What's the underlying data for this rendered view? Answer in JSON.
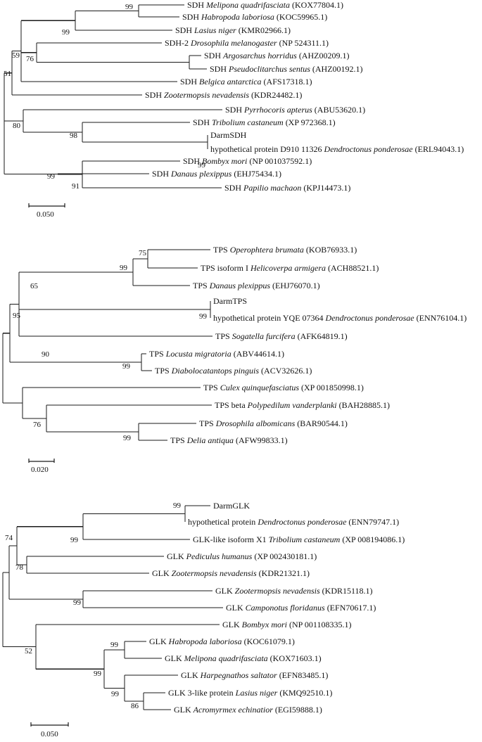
{
  "trees": [
    {
      "id": "sdh",
      "leaves": [
        {
          "parts": [
            [
              "SDH ",
              false
            ],
            [
              "Melipona quadrifasciata",
              true
            ],
            [
              " (KOX77804.1)",
              false
            ]
          ]
        },
        {
          "parts": [
            [
              "SDH ",
              false
            ],
            [
              "Habropoda laboriosa",
              true
            ],
            [
              " (KOC59965.1)",
              false
            ]
          ]
        },
        {
          "parts": [
            [
              "SDH ",
              false
            ],
            [
              "Lasius niger",
              true
            ],
            [
              " (KMR02966.1)",
              false
            ]
          ]
        },
        {
          "parts": [
            [
              "SDH-2 ",
              false
            ],
            [
              "Drosophila melanogaster",
              true
            ],
            [
              " (NP 524311.1)",
              false
            ]
          ]
        },
        {
          "parts": [
            [
              "SDH ",
              false
            ],
            [
              "Argosarchus horridus",
              true
            ],
            [
              " (AHZ00209.1)",
              false
            ]
          ]
        },
        {
          "parts": [
            [
              "SDH ",
              false
            ],
            [
              "Pseudoclitarchus sentus",
              true
            ],
            [
              " (AHZ00192.1)",
              false
            ]
          ]
        },
        {
          "parts": [
            [
              "SDH ",
              false
            ],
            [
              "Belgica antarctica",
              true
            ],
            [
              " (AFS17318.1)",
              false
            ]
          ]
        },
        {
          "parts": [
            [
              "SDH ",
              false
            ],
            [
              "Zootermopsis nevadensis",
              true
            ],
            [
              " (KDR24482.1)",
              false
            ]
          ]
        },
        {
          "parts": [
            [
              "SDH ",
              false
            ],
            [
              "Pyrrhocoris apterus",
              true
            ],
            [
              " (ABU53620.1)",
              false
            ]
          ]
        },
        {
          "parts": [
            [
              "SDH ",
              false
            ],
            [
              "Tribolium castaneum",
              true
            ],
            [
              " (XP 972368.1)",
              false
            ]
          ]
        },
        {
          "parts": [
            [
              "DarmSDH",
              false
            ]
          ]
        },
        {
          "parts": [
            [
              "hypothetical protein D910 11326 ",
              false
            ],
            [
              "Dendroctonus ponderosae",
              true
            ],
            [
              " (ERL94043.1)",
              false
            ]
          ]
        },
        {
          "parts": [
            [
              "SDH ",
              false
            ],
            [
              "Bombyx mori",
              true
            ],
            [
              " (NP 001037592.1)",
              false
            ]
          ]
        },
        {
          "parts": [
            [
              "SDH ",
              false
            ],
            [
              "Danaus plexippus",
              true
            ],
            [
              " (EHJ75434.1)",
              false
            ]
          ]
        },
        {
          "parts": [
            [
              "SDH ",
              false
            ],
            [
              "Papilio machaon",
              true
            ],
            [
              " (KPJ14473.1)",
              false
            ]
          ]
        }
      ],
      "bootstrap": [
        "99",
        "99",
        "76",
        "59",
        "51",
        "99",
        "98",
        "80",
        "99",
        "91"
      ],
      "scale_label": "0.050"
    },
    {
      "id": "tps",
      "leaves": [
        {
          "parts": [
            [
              "TPS ",
              false
            ],
            [
              "Operophtera brumata",
              true
            ],
            [
              " (KOB76933.1)",
              false
            ]
          ]
        },
        {
          "parts": [
            [
              "TPS isoform I ",
              false
            ],
            [
              "Helicoverpa armigera",
              true
            ],
            [
              " (ACH88521.1)",
              false
            ]
          ]
        },
        {
          "parts": [
            [
              "TPS ",
              false
            ],
            [
              "Danaus plexippus",
              true
            ],
            [
              " (EHJ76070.1)",
              false
            ]
          ]
        },
        {
          "parts": [
            [
              "DarmTPS",
              false
            ]
          ]
        },
        {
          "parts": [
            [
              "hypothetical protein YQE 07364 ",
              false
            ],
            [
              "Dendroctonus ponderosae",
              true
            ],
            [
              " (ENN76104.1)",
              false
            ]
          ]
        },
        {
          "parts": [
            [
              "TPS ",
              false
            ],
            [
              "Sogatella furcifera",
              true
            ],
            [
              " (AFK64819.1)",
              false
            ]
          ]
        },
        {
          "parts": [
            [
              "TPS ",
              false
            ],
            [
              "Locusta migratoria",
              true
            ],
            [
              " (ABV44614.1)",
              false
            ]
          ]
        },
        {
          "parts": [
            [
              "TPS ",
              false
            ],
            [
              "Diabolocatantops pinguis",
              true
            ],
            [
              " (ACV32626.1)",
              false
            ]
          ]
        },
        {
          "parts": [
            [
              "TPS ",
              false
            ],
            [
              "Culex quinquefasciatus",
              true
            ],
            [
              " (XP 001850998.1)",
              false
            ]
          ]
        },
        {
          "parts": [
            [
              "TPS beta ",
              false
            ],
            [
              "Polypedilum vanderplanki",
              true
            ],
            [
              " (BAH28885.1)",
              false
            ]
          ]
        },
        {
          "parts": [
            [
              "TPS ",
              false
            ],
            [
              "Drosophila albomicans",
              true
            ],
            [
              " (BAR90544.1)",
              false
            ]
          ]
        },
        {
          "parts": [
            [
              "TPS ",
              false
            ],
            [
              "Delia antiqua",
              true
            ],
            [
              " (AFW99833.1)",
              false
            ]
          ]
        }
      ],
      "bootstrap": [
        "75",
        "99",
        "99",
        "65",
        "99",
        "90",
        "95",
        "99",
        "76"
      ],
      "scale_label": "0.020"
    },
    {
      "id": "glk",
      "leaves": [
        {
          "parts": [
            [
              "DarmGLK",
              false
            ]
          ]
        },
        {
          "parts": [
            [
              "hypothetical protein ",
              false
            ],
            [
              "Dendroctonus ponderosae",
              true
            ],
            [
              " (ENN79747.1)",
              false
            ]
          ]
        },
        {
          "parts": [
            [
              "GLK-like isoform X1 ",
              false
            ],
            [
              "Tribolium castaneum",
              true
            ],
            [
              " (XP 008194086.1)",
              false
            ]
          ]
        },
        {
          "parts": [
            [
              "GLK ",
              false
            ],
            [
              "Pediculus humanus",
              true
            ],
            [
              " (XP 002430181.1)",
              false
            ]
          ]
        },
        {
          "parts": [
            [
              "GLK ",
              false
            ],
            [
              "Zootermopsis nevadensis",
              true
            ],
            [
              " (KDR21321.1)",
              false
            ]
          ]
        },
        {
          "parts": [
            [
              "GLK ",
              false
            ],
            [
              "Zootermopsis nevadensis",
              true
            ],
            [
              " (KDR15118.1)",
              false
            ]
          ]
        },
        {
          "parts": [
            [
              "GLK ",
              false
            ],
            [
              "Camponotus floridanus",
              true
            ],
            [
              " (EFN70617.1)",
              false
            ]
          ]
        },
        {
          "parts": [
            [
              "GLK ",
              false
            ],
            [
              "Bombyx mori",
              true
            ],
            [
              " (NP 001108335.1)",
              false
            ]
          ]
        },
        {
          "parts": [
            [
              "GLK ",
              false
            ],
            [
              "Habropoda laboriosa",
              true
            ],
            [
              " (KOC61079.1)",
              false
            ]
          ]
        },
        {
          "parts": [
            [
              "GLK ",
              false
            ],
            [
              "Melipona quadrifasciata",
              true
            ],
            [
              " (KOX71603.1)",
              false
            ]
          ]
        },
        {
          "parts": [
            [
              "GLK ",
              false
            ],
            [
              "Harpegnathos saltator",
              true
            ],
            [
              " (EFN83485.1)",
              false
            ]
          ]
        },
        {
          "parts": [
            [
              "GLK 3-like protein ",
              false
            ],
            [
              "Lasius niger",
              true
            ],
            [
              " (KMQ92510.1)",
              false
            ]
          ]
        },
        {
          "parts": [
            [
              "GLK ",
              false
            ],
            [
              "Acromyrmex echinatior",
              true
            ],
            [
              " (EGI59888.1)",
              false
            ]
          ]
        }
      ],
      "bootstrap": [
        "99",
        "99",
        "78",
        "74",
        "99",
        "99",
        "86",
        "99",
        "99",
        "52"
      ],
      "scale_label": "0.050"
    }
  ]
}
